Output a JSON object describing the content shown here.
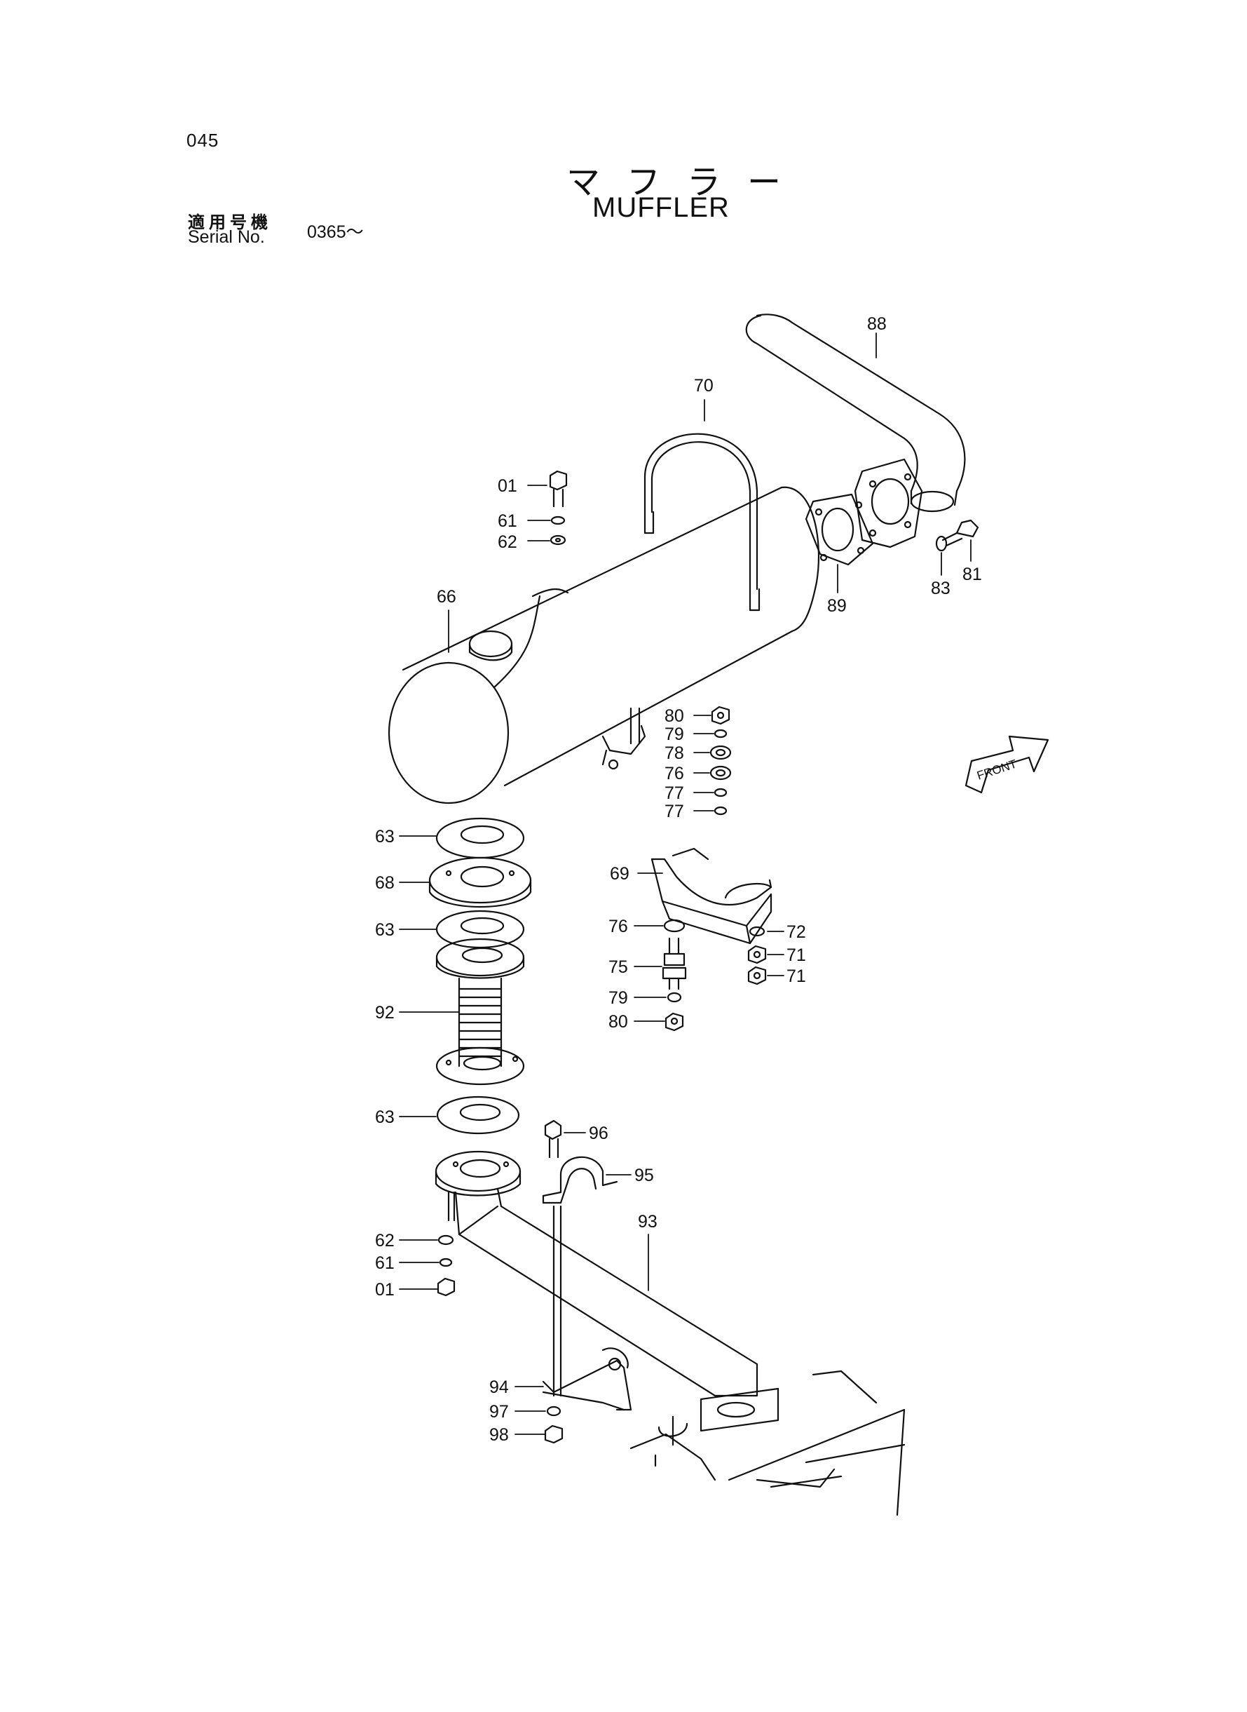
{
  "page_number": "045",
  "title_jp": "マフラー",
  "title_en": "MUFFLER",
  "serial": {
    "label_jp": "適用号機",
    "label_en": "Serial No.",
    "value": "0365～"
  },
  "front_label": "FRONT",
  "callouts": {
    "c88": "88",
    "c70": "70",
    "c01a": "01",
    "c61a": "61",
    "c62a": "62",
    "c66": "66",
    "c89": "89",
    "c83": "83",
    "c81": "81",
    "c80a": "80",
    "c79a": "79",
    "c78": "78",
    "c76a": "76",
    "c77a": "77",
    "c77b": "77",
    "c69": "69",
    "c76b": "76",
    "c72": "72",
    "c71a": "71",
    "c71b": "71",
    "c75": "75",
    "c79b": "79",
    "c80b": "80",
    "c63a": "63",
    "c68": "68",
    "c63b": "63",
    "c92": "92",
    "c63c": "63",
    "c96": "96",
    "c95": "95",
    "c93": "93",
    "c62b": "62",
    "c61b": "61",
    "c01b": "01",
    "c94": "94",
    "c97": "97",
    "c98": "98"
  }
}
